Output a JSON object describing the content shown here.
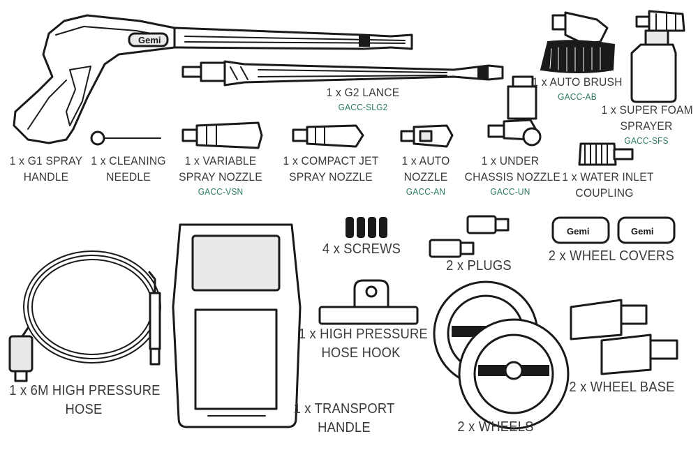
{
  "parts": [
    {
      "id": "spray-handle",
      "lines": [
        "1 x G1 SPRAY",
        "HANDLE"
      ],
      "code": ""
    },
    {
      "id": "cleaning-needle",
      "lines": [
        "1 x CLEANING",
        "NEEDLE"
      ],
      "code": ""
    },
    {
      "id": "variable-nozzle",
      "lines": [
        "1 x VARIABLE",
        "SPRAY NOZZLE"
      ],
      "code": "GACC-VSN"
    },
    {
      "id": "compact-jet",
      "lines": [
        "1 x COMPACT JET",
        "SPRAY NOZZLE"
      ],
      "code": ""
    },
    {
      "id": "auto-nozzle",
      "lines": [
        "1 x AUTO",
        "NOZZLE"
      ],
      "code": "GACC-AN"
    },
    {
      "id": "under-chassis",
      "lines": [
        "1 x UNDER",
        "CHASSIS NOZZLE"
      ],
      "code": "GACC-UN"
    },
    {
      "id": "water-inlet",
      "lines": [
        "1 x WATER INLET",
        "COUPLING"
      ],
      "code": ""
    },
    {
      "id": "g2-lance",
      "lines": [
        "1 x G2 LANCE"
      ],
      "code": "GACC-SLG2"
    },
    {
      "id": "auto-brush",
      "lines": [
        "1 x AUTO BRUSH"
      ],
      "code": "GACC-AB"
    },
    {
      "id": "foam-sprayer",
      "lines": [
        "1 x SUPER FOAM",
        "SPRAYER"
      ],
      "code": "GACC-SFS"
    },
    {
      "id": "screws",
      "lines": [
        "4 x SCREWS"
      ],
      "code": ""
    },
    {
      "id": "plugs",
      "lines": [
        "2 x PLUGS"
      ],
      "code": ""
    },
    {
      "id": "wheel-covers",
      "lines": [
        "2 x WHEEL COVERS"
      ],
      "code": ""
    },
    {
      "id": "hose",
      "lines": [
        "1 x 6M HIGH PRESSURE",
        "HOSE"
      ],
      "code": ""
    },
    {
      "id": "hose-hook",
      "lines": [
        "1 x HIGH PRESSURE",
        "HOSE HOOK"
      ],
      "code": ""
    },
    {
      "id": "transport-handle",
      "lines": [
        "1 x TRANSPORT",
        "HANDLE"
      ],
      "code": ""
    },
    {
      "id": "wheels",
      "lines": [
        "2 x WHEELS"
      ],
      "code": ""
    },
    {
      "id": "wheel-base",
      "lines": [
        "2 x WHEEL BASE"
      ],
      "code": ""
    }
  ],
  "logo_text": "Gemi",
  "code_color": "#2b7c5c"
}
